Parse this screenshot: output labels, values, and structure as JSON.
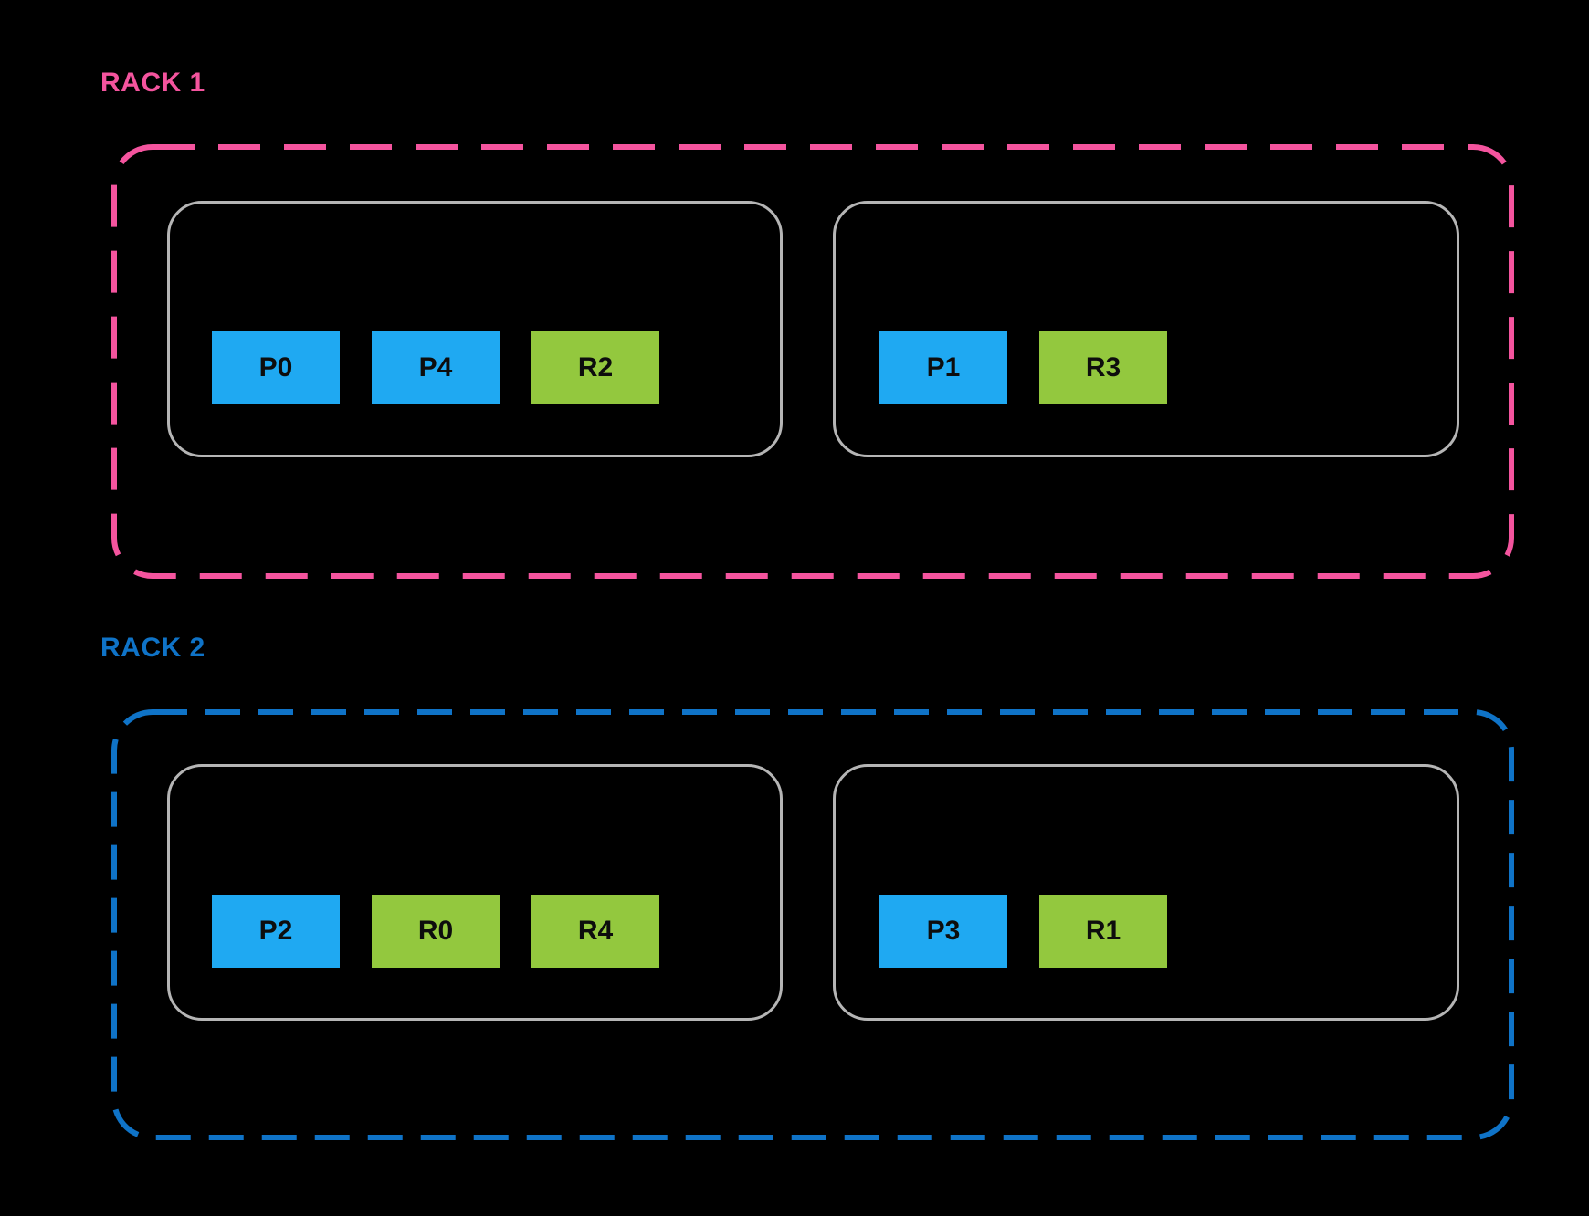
{
  "colors": {
    "background": "#000000",
    "rack1_accent": "#F4549E",
    "rack2_accent": "#0F73C7",
    "primary_blue": "#1FA9F2",
    "replica_green": "#93C83E",
    "node_border": "#B5B5B5",
    "block_text": "#0D0D0D"
  },
  "racks": [
    {
      "label": "RACK 1",
      "nodes": [
        {
          "blocks": [
            {
              "label": "P0",
              "type": "primary"
            },
            {
              "label": "P4",
              "type": "primary"
            },
            {
              "label": "R2",
              "type": "replica"
            }
          ]
        },
        {
          "blocks": [
            {
              "label": "P1",
              "type": "primary"
            },
            {
              "label": "R3",
              "type": "replica"
            }
          ]
        }
      ]
    },
    {
      "label": "RACK 2",
      "nodes": [
        {
          "blocks": [
            {
              "label": "P2",
              "type": "primary"
            },
            {
              "label": "R0",
              "type": "replica"
            },
            {
              "label": "R4",
              "type": "replica"
            }
          ]
        },
        {
          "blocks": [
            {
              "label": "P3",
              "type": "primary"
            },
            {
              "label": "R1",
              "type": "replica"
            }
          ]
        }
      ]
    }
  ]
}
